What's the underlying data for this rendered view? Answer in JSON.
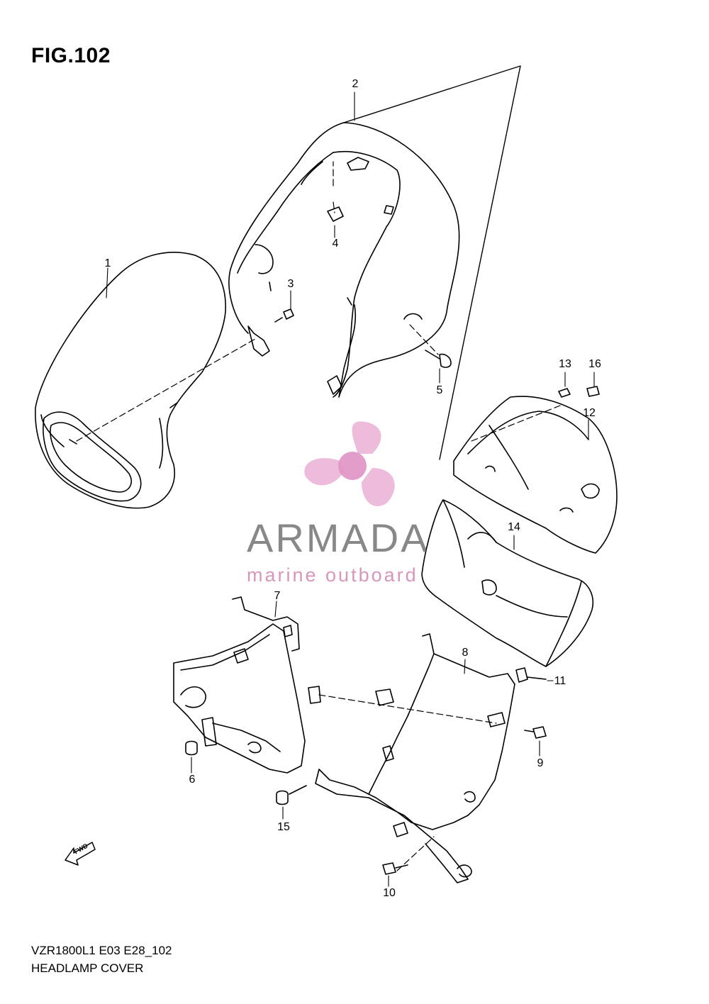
{
  "figure": {
    "title": "FIG.102",
    "code": "VZR1800L1 E03 E28_102",
    "name": "HEADLAMP COVER"
  },
  "callouts": [
    "1",
    "2",
    "3",
    "4",
    "5",
    "6",
    "7",
    "8",
    "9",
    "10",
    "11",
    "12",
    "13",
    "14",
    "15",
    "16"
  ],
  "watermark": {
    "brand": "ARMADA",
    "tagline": "marine outboard",
    "icon": "propeller-icon",
    "brand_color": "#5a5a5a",
    "accent_color": "#e8a6cf"
  },
  "fwd_label": "FWD",
  "colors": {
    "line": "#000000",
    "background": "#ffffff"
  }
}
